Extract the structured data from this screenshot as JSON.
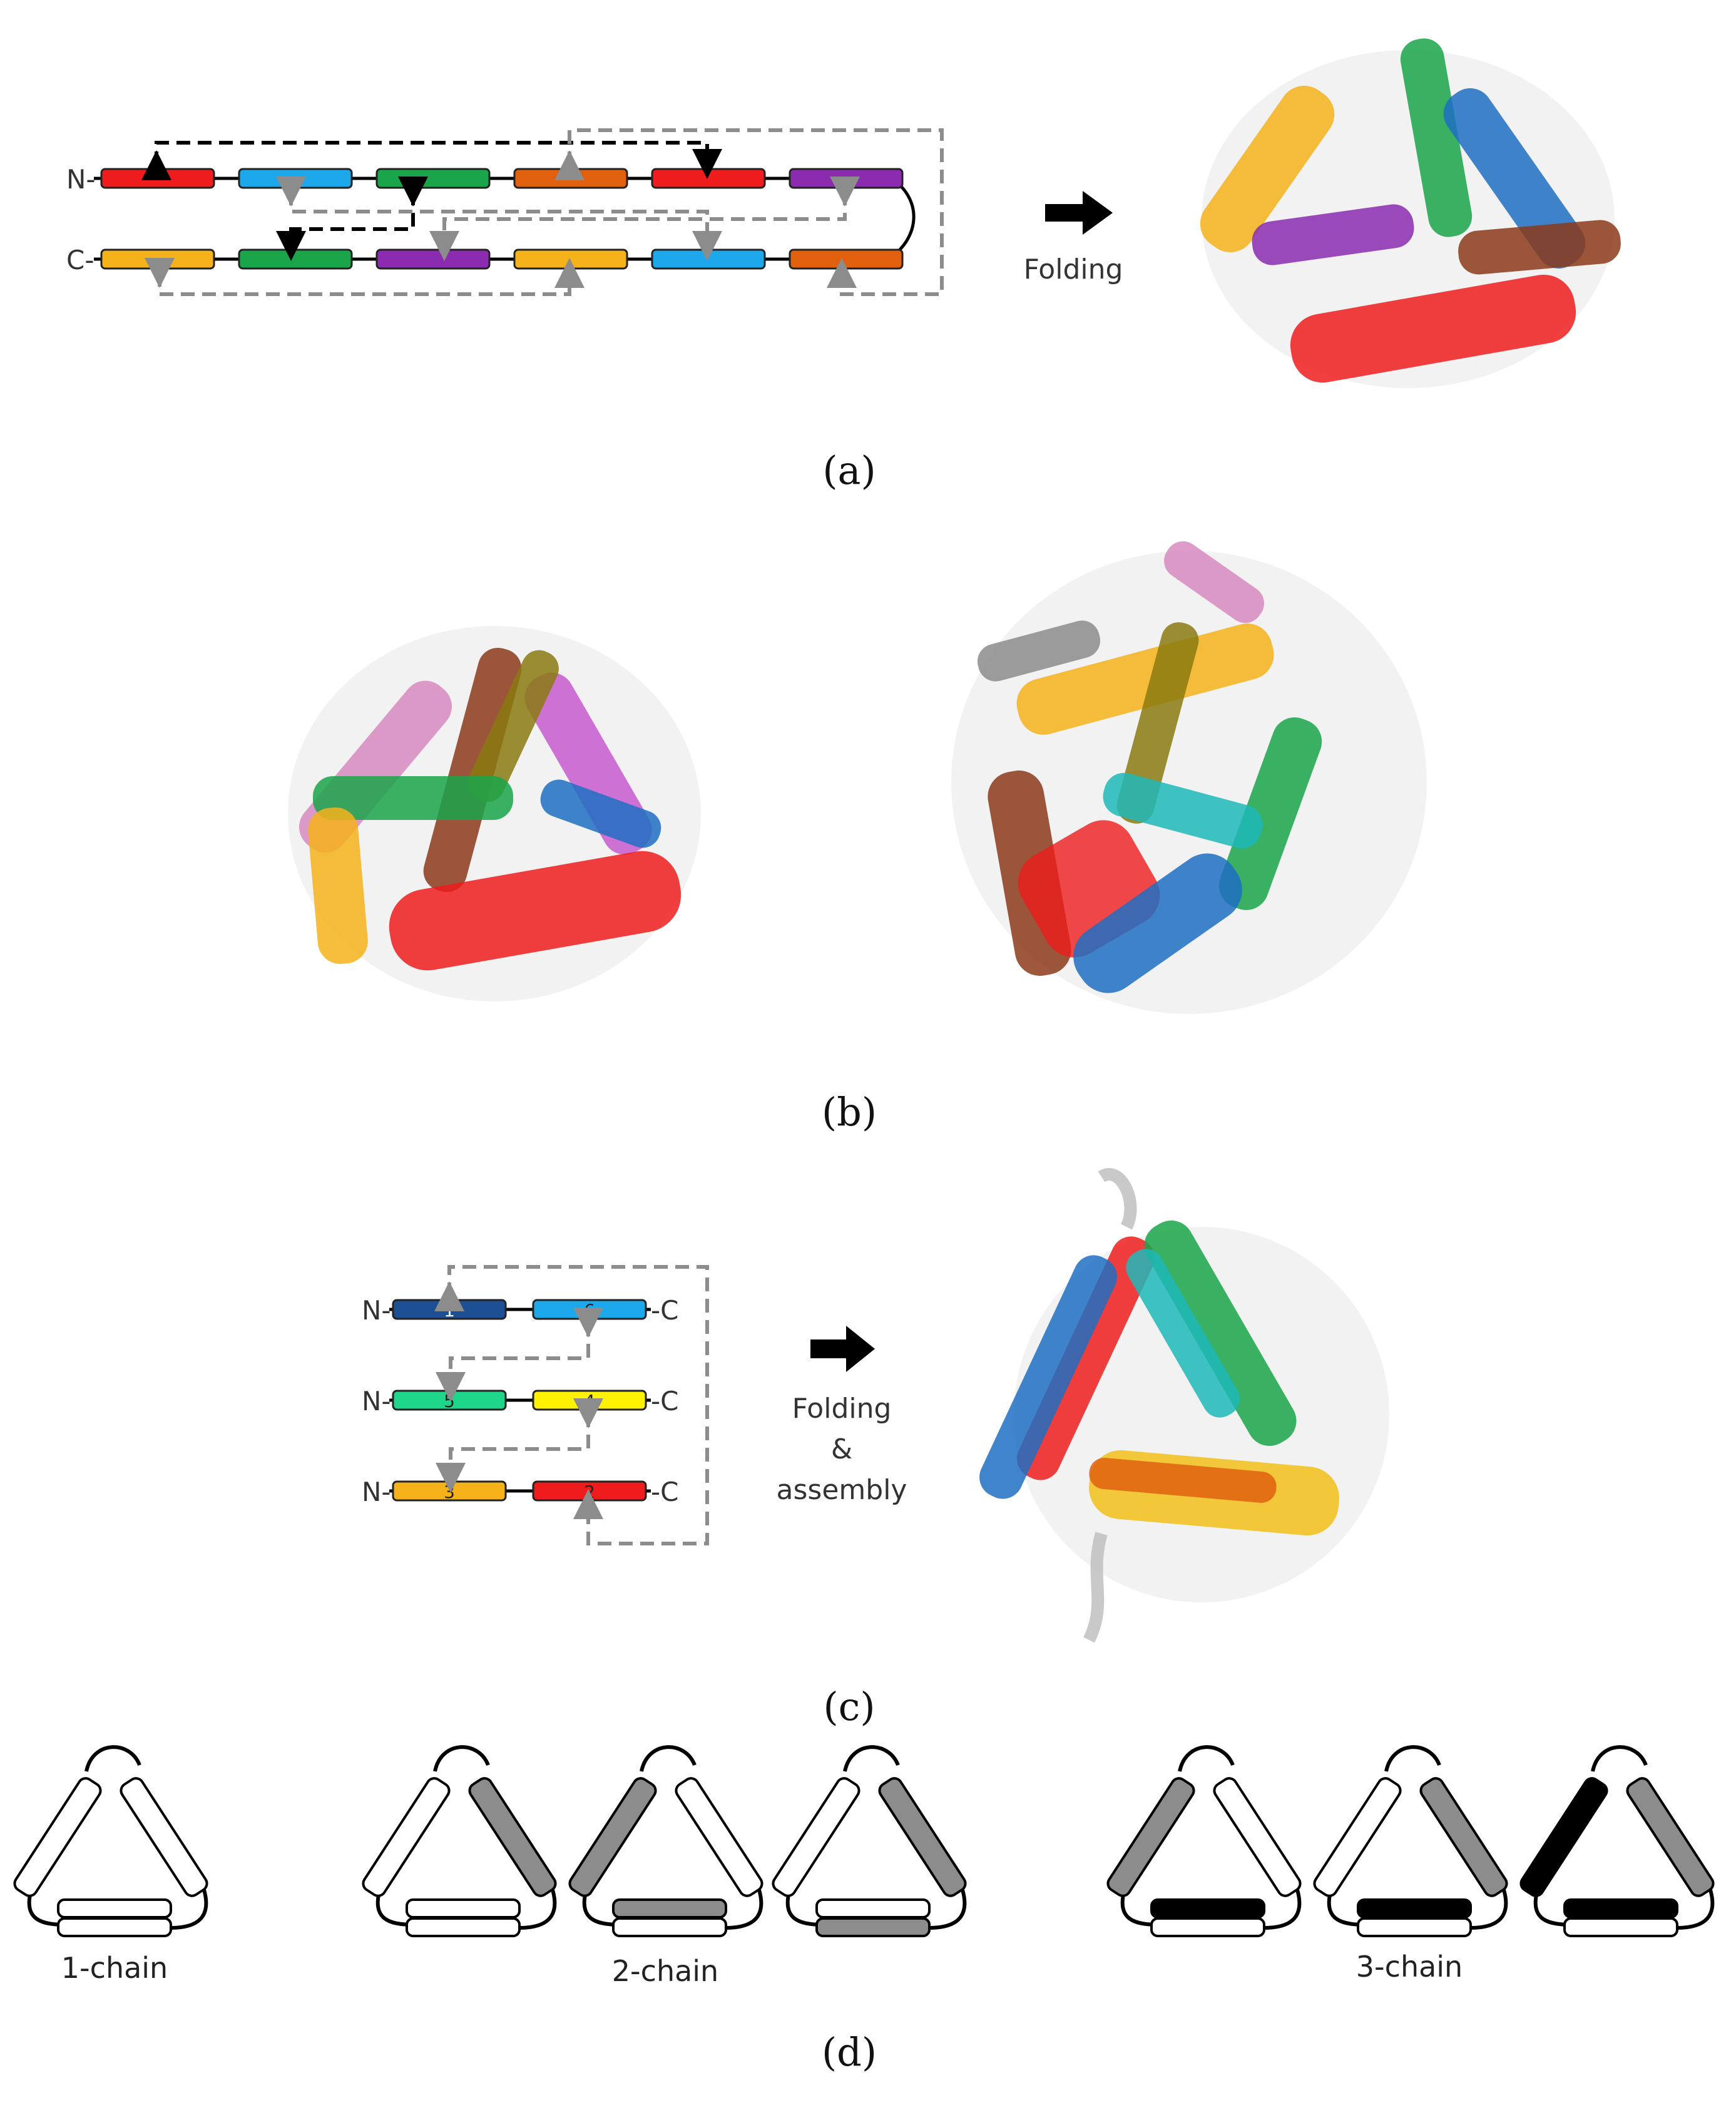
{
  "panel_a": {
    "n_terminus": "N-",
    "c_terminus": "C-",
    "arrow_label": "Folding",
    "caption": "(a)"
  },
  "panel_b": {
    "caption": "(b)"
  },
  "panel_c": {
    "rows": [
      {
        "n": "N-",
        "c": "-C",
        "left_num": "1",
        "right_num": "6"
      },
      {
        "n": "N-",
        "c": "-C",
        "left_num": "5",
        "right_num": "4"
      },
      {
        "n": "N-",
        "c": "-C",
        "left_num": "3",
        "right_num": "2"
      }
    ],
    "arrow_label_1": "Folding",
    "arrow_label_2": "&",
    "arrow_label_3": "assembly",
    "caption": "(c)"
  },
  "panel_d": {
    "labels": [
      "1-chain",
      "2-chain",
      "3-chain"
    ],
    "caption": "(d)"
  },
  "colors": {
    "red": "#ee1c1c",
    "sky": "#1ea8ec",
    "green": "#1aa54a",
    "orange": "#e0600e",
    "purple": "#8a2bb0",
    "yellow_orange": "#f6b21a",
    "navy": "#1d4f94",
    "mint": "#1fd58a",
    "yellow": "#fff200",
    "brown": "#8b3a1a",
    "blue": "#1f6fc2",
    "magenta": "#c85ad0",
    "pink": "#d78ac0",
    "olive": "#8a7a10",
    "gray": "#8c8c8c",
    "teal": "#1fb8b8",
    "dash_black": "#000000",
    "dash_gray": "#8c8c8c"
  }
}
